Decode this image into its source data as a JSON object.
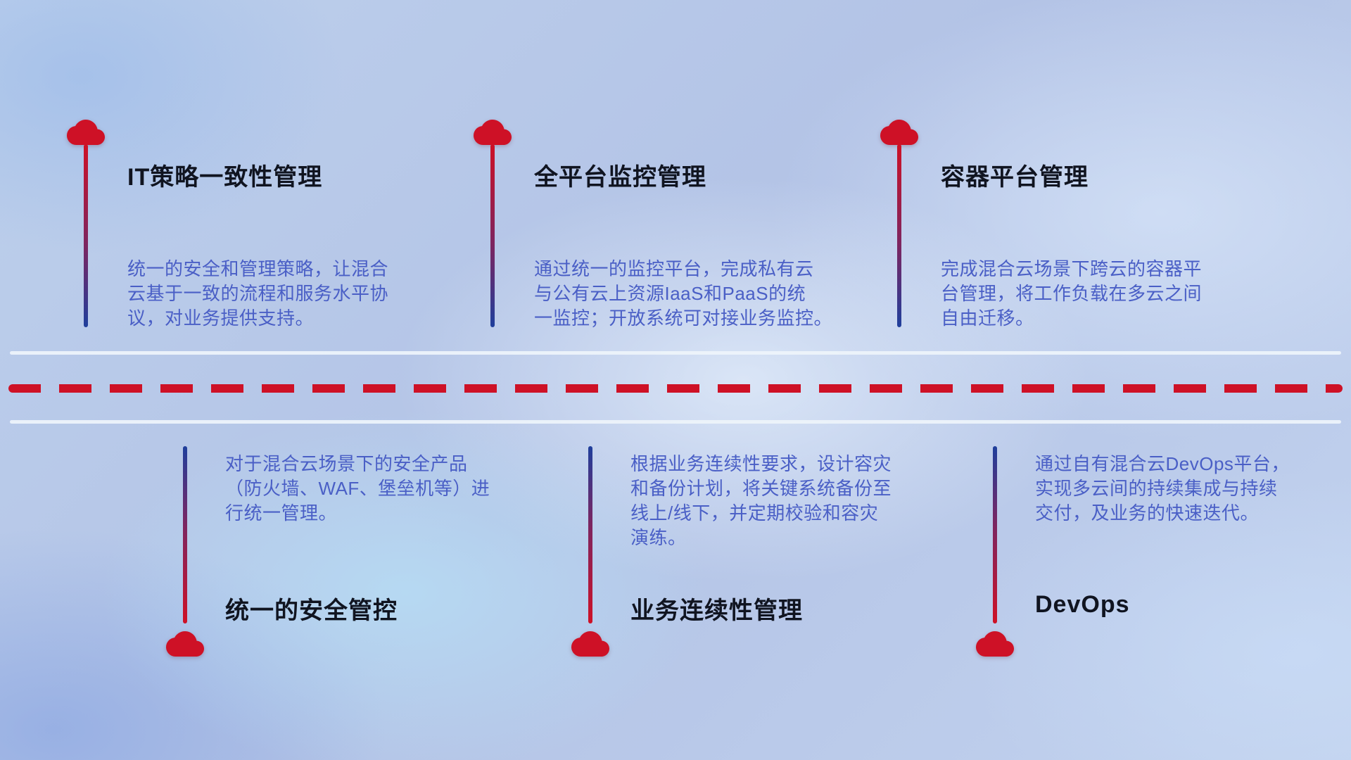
{
  "colors": {
    "red": "#ce1126",
    "blue": "#1f3f9c",
    "title": "#101420",
    "desc": "#4a5fc6",
    "divider": "#eef4fb"
  },
  "icons": {
    "cloud": "cloud-icon"
  },
  "top_items": [
    {
      "title": "IT策略一致性管理",
      "desc": "统一的安全和管理策略，让混合\n云基于一致的流程和服务水平协\n议，对业务提供支持。"
    },
    {
      "title": "全平台监控管理",
      "desc": "通过统一的监控平台，完成私有云\n与公有云上资源IaaS和PaaS的统\n一监控；开放系统可对接业务监控。"
    },
    {
      "title": "容器平台管理",
      "desc": "完成混合云场景下跨云的容器平\n台管理，将工作负载在多云之间\n自由迁移。"
    }
  ],
  "bottom_items": [
    {
      "title": "统一的安全管控",
      "desc": "对于混合云场景下的安全产品\n（防火墙、WAF、堡垒机等）进\n行统一管理。"
    },
    {
      "title": "业务连续性管理",
      "desc": "根据业务连续性要求，设计容灾\n和备份计划，将关键系统备份至\n线上/线下，并定期校验和容灾\n演练。"
    },
    {
      "title": "DevOps",
      "desc": "通过自有混合云DevOps平台，\n实现多云间的持续集成与持续\n交付，及业务的快速迭代。"
    }
  ]
}
